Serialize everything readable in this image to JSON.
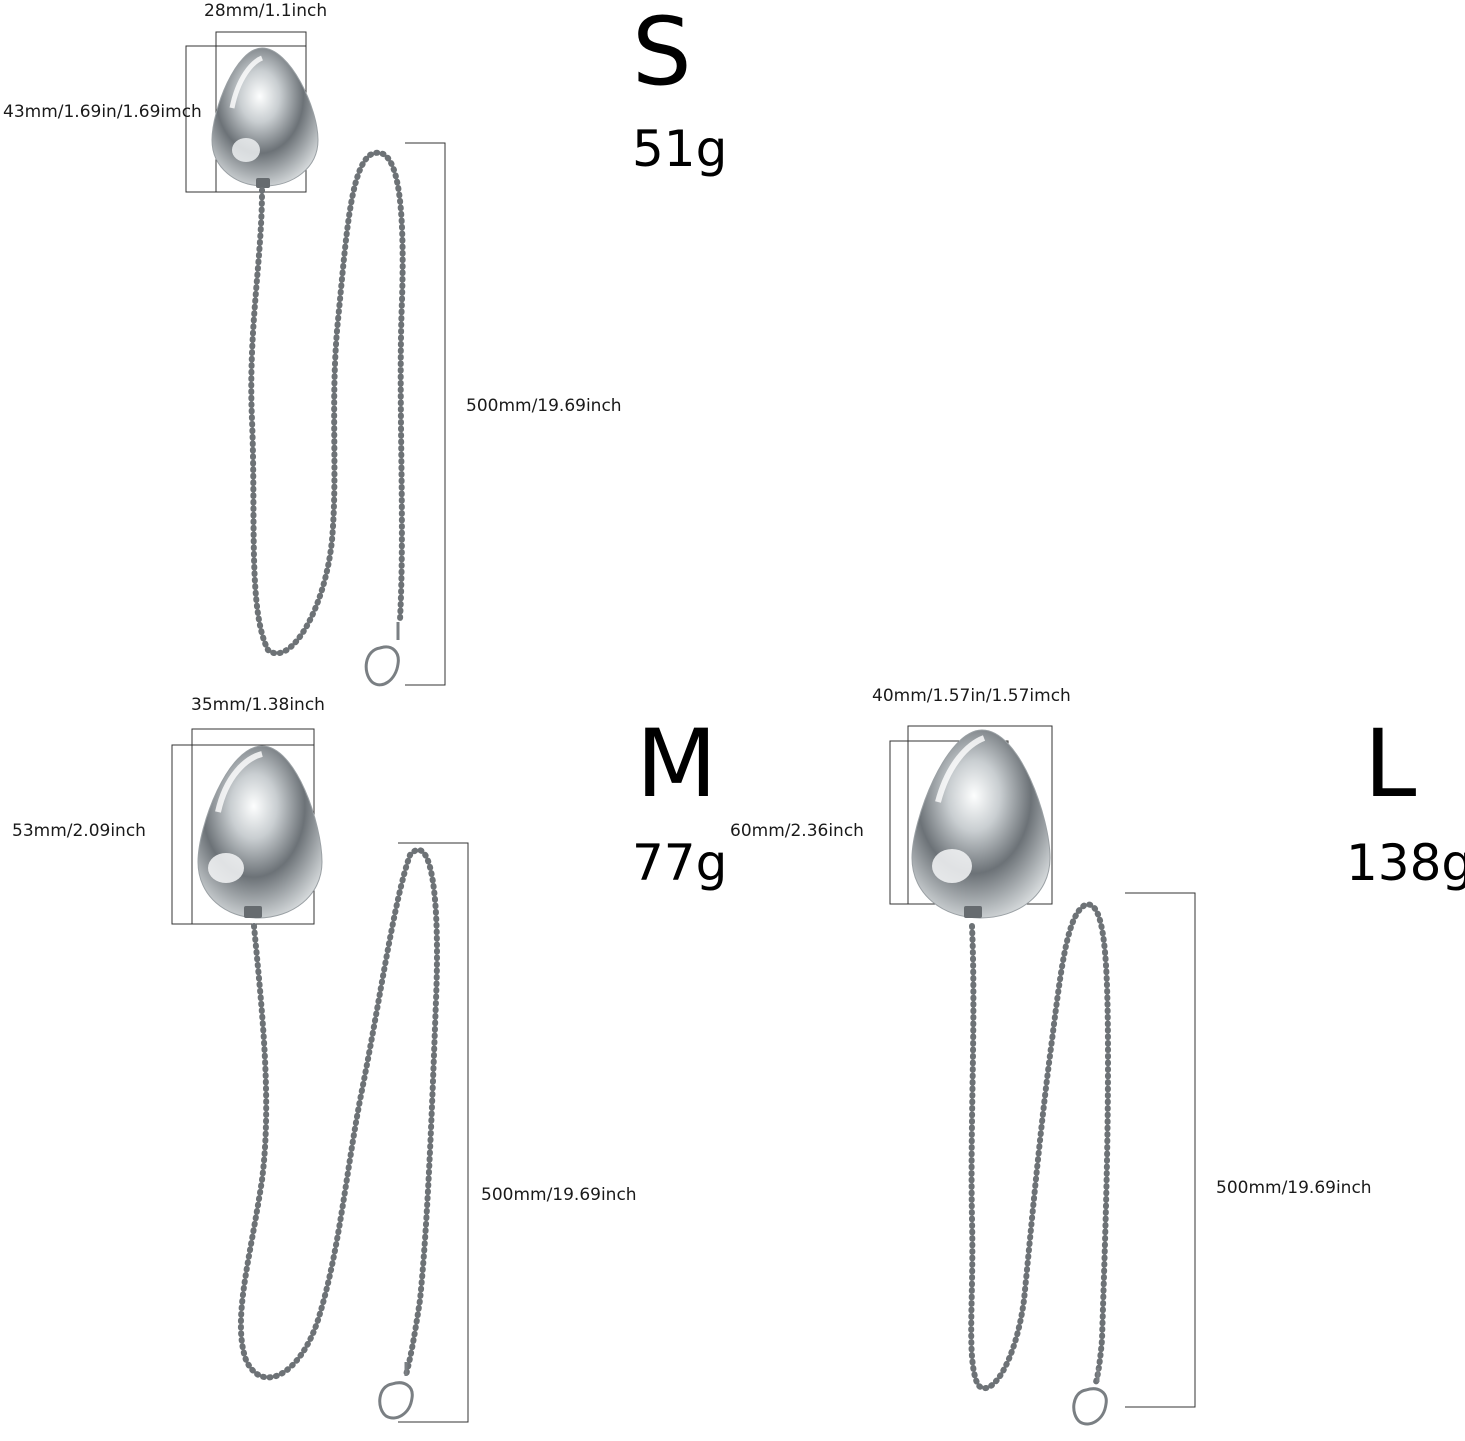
{
  "products": [
    {
      "size": "S",
      "weight": "51g",
      "width_label": "28mm/1.1inch",
      "height_label": "43mm/1.69in/1.69imch",
      "chain_label": "500mm/19.69inch"
    },
    {
      "size": "M",
      "weight": "77g",
      "width_label": "35mm/1.38inch",
      "height_label": "53mm/2.09inch",
      "chain_label": "500mm/19.69inch"
    },
    {
      "size": "L",
      "weight": "138g",
      "width_label": "40mm/1.57in/1.57imch",
      "height_label": "60mm/2.36inch",
      "chain_label": "500mm/19.69inch"
    }
  ],
  "colors": {
    "background": "#ffffff",
    "text": "#000000",
    "dimension_line": "#333333",
    "chrome_dark": "#5d6266",
    "chrome_light": "#f4f6f7"
  },
  "icons": [
    "teardrop-weight-icon",
    "ball-chain-icon",
    "lobster-clasp-icon"
  ]
}
